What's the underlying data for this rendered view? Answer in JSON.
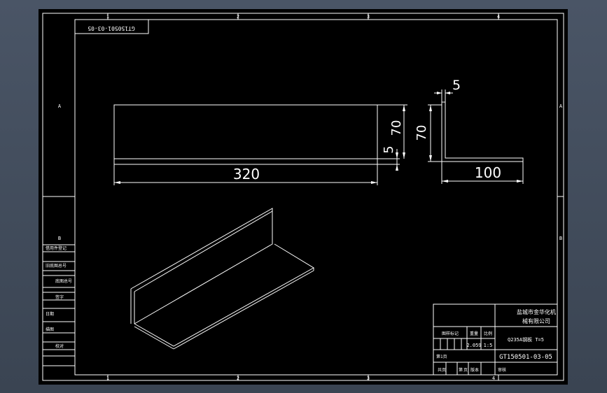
{
  "drawing": {
    "stamp_code": "GT150501-03-05",
    "zone_numbers_top": [
      "1",
      "2",
      "3",
      "4"
    ],
    "zone_numbers_bottom": [
      "1",
      "2",
      "3",
      "4"
    ],
    "zone_letters_left": [
      "A",
      "B"
    ],
    "zone_letters_right": [
      "A",
      "B"
    ]
  },
  "dimensions": {
    "front_length": "320",
    "front_height": "70",
    "front_thickness": "5",
    "side_top_thickness": "5",
    "side_height": "70",
    "side_width": "100"
  },
  "left_strip": {
    "labels": [
      "借用件登记",
      "旧底图总号",
      "底图总号",
      "签字",
      "日期",
      "描图",
      "校对"
    ]
  },
  "title_block": {
    "company_line1": "盐城市金华化机",
    "company_line2": "械有限公司",
    "header_labels": [
      "图样标记",
      "重量",
      "比例"
    ],
    "weight": "2.059",
    "scale": "1:5",
    "material": "Q235A钢板 T=5",
    "sheet_label": "第1页",
    "drawing_number": "GT150501-03-05",
    "bottom_labels": [
      "共",
      "页",
      "第",
      "页",
      "版本"
    ],
    "version_label": "审核"
  },
  "colors": {
    "background": "#000000",
    "lines": "#ffffff",
    "outer": "#3f4959"
  }
}
